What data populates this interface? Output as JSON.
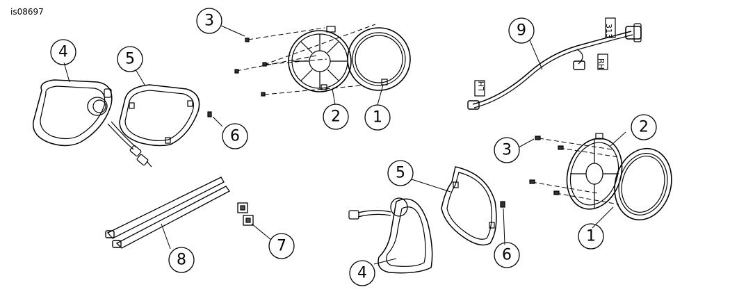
{
  "figure": {
    "reference_id": "is08697",
    "callouts": {
      "c1a": "1",
      "c2a": "2",
      "c3a": "3",
      "c4a": "4",
      "c5a": "5",
      "c6a": "6",
      "c7": "7",
      "c8": "8",
      "c9": "9",
      "c1b": "1",
      "c2b": "2",
      "c3b": "3",
      "c4b": "4",
      "c5b": "5",
      "c6b": "6"
    },
    "harness_labels": {
      "lh": "LH",
      "rh": "RH",
      "code": "313"
    }
  }
}
